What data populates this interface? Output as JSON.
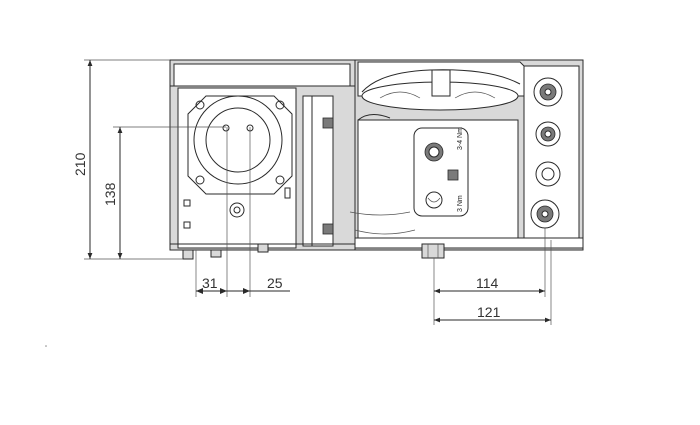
{
  "dimensions": {
    "height_overall": "210",
    "height_axis": "138",
    "left_offset": "31",
    "left_spacing": "25",
    "right_inner": "114",
    "right_outer": "121"
  },
  "device_markings": {
    "side_label": "3-4 Nm",
    "bottom_label": "3 Nm"
  },
  "colors": {
    "line": "#2a2a2a",
    "housing_fill": "#d9d9d9",
    "dimension_text": "#333333"
  }
}
